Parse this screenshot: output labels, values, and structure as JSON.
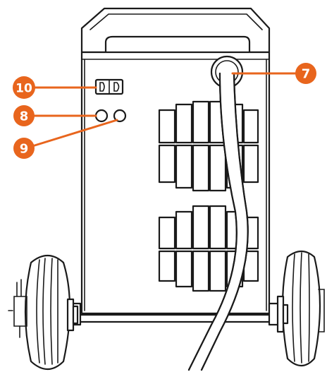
{
  "accent_color": "#e8651d",
  "callouts": [
    {
      "id": "callout-7",
      "label": "7",
      "target": "power-cable-entry"
    },
    {
      "id": "callout-8",
      "label": "8",
      "target": "left-round-socket"
    },
    {
      "id": "callout-9",
      "label": "9",
      "target": "right-round-socket"
    },
    {
      "id": "callout-10",
      "label": "10",
      "target": "switch-plug-panel"
    }
  ]
}
